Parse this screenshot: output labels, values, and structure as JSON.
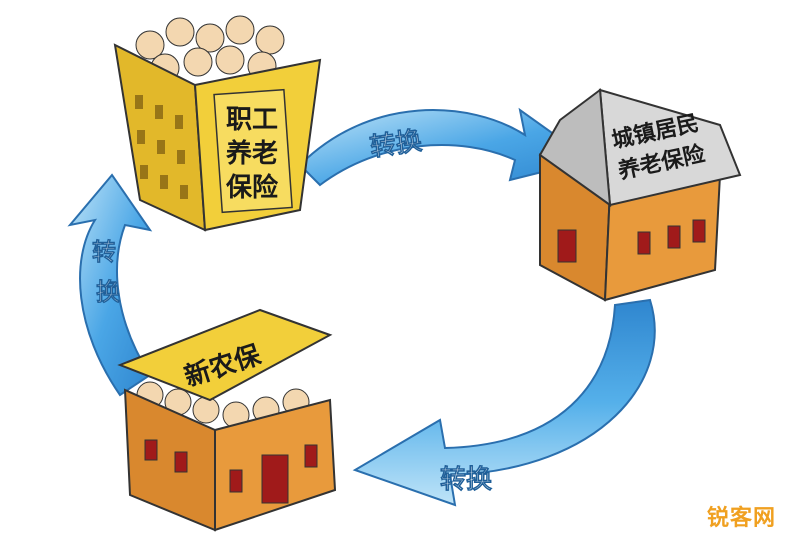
{
  "arrows": {
    "top_label": "转换",
    "left_label_1": "转",
    "left_label_2": "换",
    "bottom_label": "转换"
  },
  "buildings": {
    "employee": {
      "line1": "职工",
      "line2": "养老",
      "line3": "保险"
    },
    "urban": {
      "line1": "城镇居民",
      "line2": "养老保险"
    },
    "rural": {
      "label": "新农保"
    }
  },
  "watermark": "锐客网",
  "colors": {
    "arrow_blue": "#3f9be0",
    "arrow_light": "#a8d8f5",
    "yellow": "#f2cf3a",
    "orange": "#e89a3c",
    "roof_gray": "#d8d8d8"
  }
}
